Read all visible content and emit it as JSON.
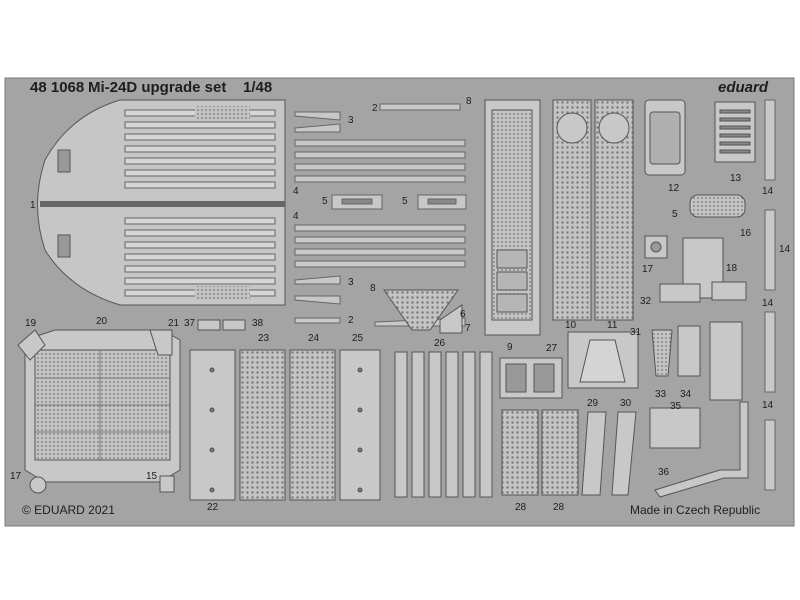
{
  "header": {
    "set_number": "48 1068",
    "set_name": "Mi-24D upgrade set",
    "scale": "1/48",
    "brand": "eduard"
  },
  "footer": {
    "copyright": "© EDUARD 2021",
    "origin": "Made in Czech Republic"
  },
  "part_numbers": {
    "p1": "1",
    "p2a": "2",
    "p2b": "2",
    "p3a": "3",
    "p3b": "3",
    "p4a": "4",
    "p4b": "4",
    "p5a": "5",
    "p5b": "5",
    "p5c": "5",
    "p6": "6",
    "p7": "7",
    "p8a": "8",
    "p8b": "8",
    "p9": "9",
    "p10": "10",
    "p11": "11",
    "p12": "12",
    "p13": "13",
    "p14a": "14",
    "p14b": "14",
    "p14c": "14",
    "p14d": "14",
    "p15": "15",
    "p16": "16",
    "p17a": "17",
    "p17b": "17",
    "p18": "18",
    "p19": "19",
    "p20": "20",
    "p21": "21",
    "p22": "22",
    "p23": "23",
    "p24": "24",
    "p25": "25",
    "p26": "26",
    "p27": "27",
    "p28a": "28",
    "p28b": "28",
    "p29": "29",
    "p30": "30",
    "p31": "31",
    "p32": "32",
    "p33": "33",
    "p34": "34",
    "p35": "35",
    "p36": "36",
    "p37": "37",
    "p38": "38"
  },
  "colors": {
    "fret": "#a4a4a4",
    "fret_dark": "#6e6e6e",
    "part_light": "#c8c8c8",
    "background": "#ffffff"
  }
}
